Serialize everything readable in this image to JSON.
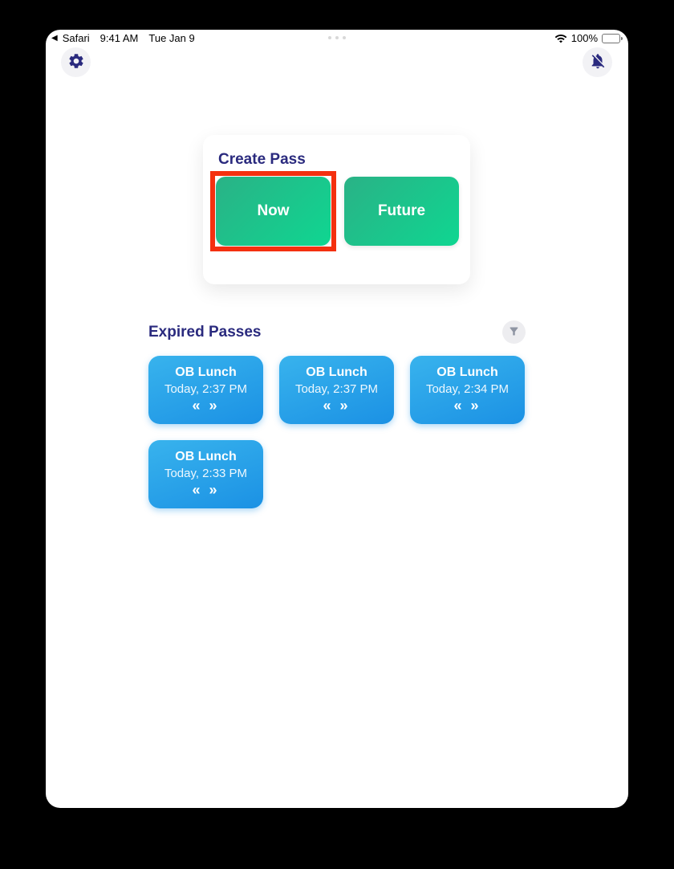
{
  "status_bar": {
    "back_glyph": "◀",
    "app": "Safari",
    "time": "9:41 AM",
    "date": "Tue Jan 9",
    "wifi_icon": "wifi-icon",
    "battery": "100%"
  },
  "header": {
    "settings_icon": "gear-icon",
    "notifications_icon": "bell-slash-icon"
  },
  "create_pass": {
    "title": "Create Pass",
    "now_label": "Now",
    "future_label": "Future",
    "annotation": "red highlight box around Now button"
  },
  "expired": {
    "title": "Expired Passes",
    "filter_icon": "filter-funnel-icon"
  },
  "passes": [
    {
      "title": "OB Lunch",
      "time": "Today, 2:37 PM",
      "chevrons": "« »"
    },
    {
      "title": "OB Lunch",
      "time": "Today, 2:37 PM",
      "chevrons": "« »"
    },
    {
      "title": "OB Lunch",
      "time": "Today, 2:34 PM",
      "chevrons": "« »"
    },
    {
      "title": "OB Lunch",
      "time": "Today, 2:33 PM",
      "chevrons": "« »"
    }
  ],
  "colors": {
    "navy_text": "#2a2a7e",
    "green_gradient_start": "#2ab286",
    "green_gradient_end": "#0fd691",
    "blue_gradient_start": "#38b3ed",
    "blue_gradient_end": "#1b91e4",
    "annotation_red": "#f4300f",
    "frame_black": "#000000",
    "screen_white": "#ffffff"
  }
}
